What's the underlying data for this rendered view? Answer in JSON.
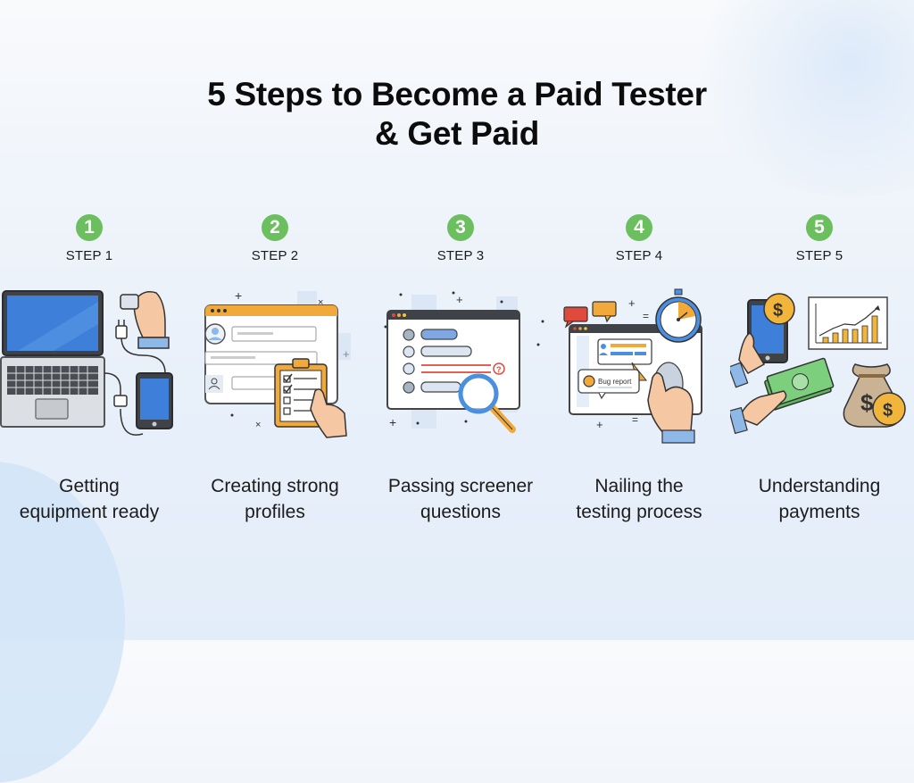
{
  "title": {
    "line1": "5 Steps to Become a Paid Tester",
    "line2": "& Get Paid"
  },
  "colors": {
    "badge_green": "#6cbf5e",
    "accent_blue": "#4a8fe0",
    "accent_orange": "#f2a93b",
    "accent_red": "#e04a3c",
    "money_green": "#5cb85c"
  },
  "steps": [
    {
      "number": "1",
      "label": "STEP 1",
      "caption_line1": "Getting",
      "caption_line2": "equipment ready",
      "illustration": "laptop-phone-charger-icon"
    },
    {
      "number": "2",
      "label": "STEP 2",
      "caption_line1": "Creating strong",
      "caption_line2": "profiles",
      "illustration": "profile-form-clipboard-icon"
    },
    {
      "number": "3",
      "label": "STEP 3",
      "caption_line1": "Passing screener",
      "caption_line2": "questions",
      "illustration": "quiz-window-magnifier-icon"
    },
    {
      "number": "4",
      "label": "STEP 4",
      "caption_line1": "Nailing the",
      "caption_line2": "testing process",
      "illustration": "bug-report-stopwatch-mouse-icon",
      "bug_report_label": "Bug report"
    },
    {
      "number": "5",
      "label": "STEP 5",
      "caption_line1": "Understanding",
      "caption_line2": "payments",
      "illustration": "money-chart-moneybag-icon",
      "currency_symbol": "$"
    }
  ]
}
